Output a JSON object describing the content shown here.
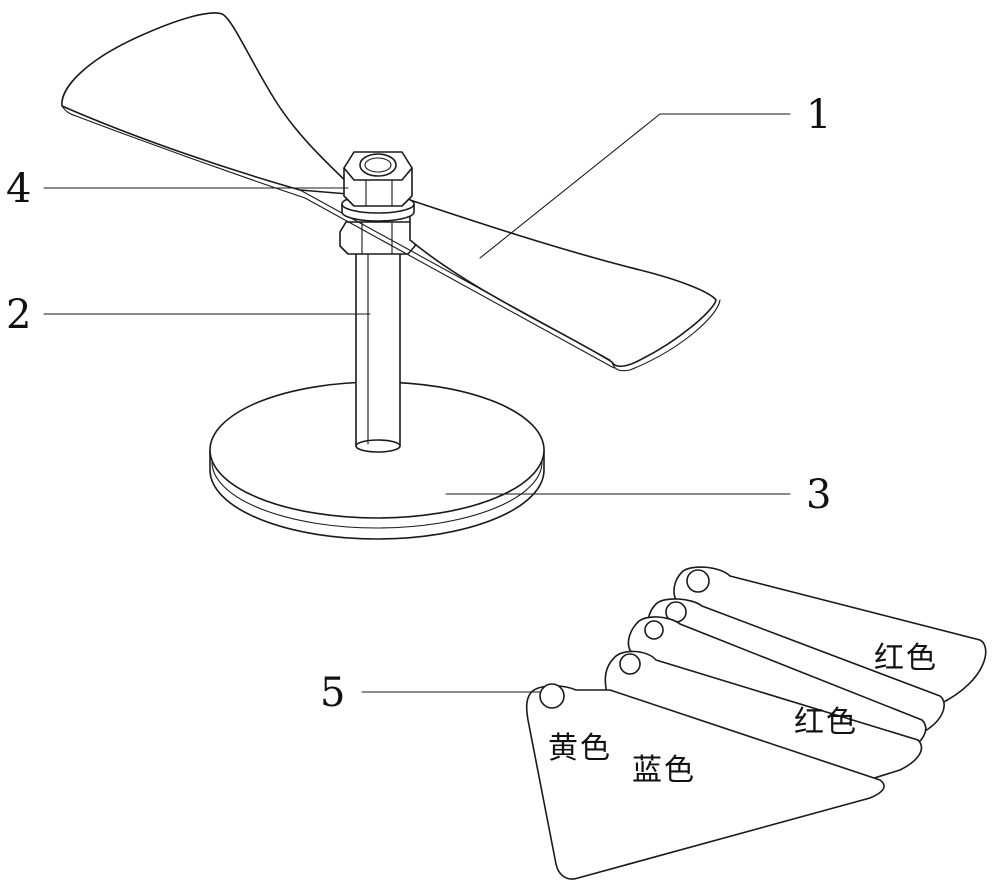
{
  "labels": {
    "one": "1",
    "two": "2",
    "three": "3",
    "four": "4",
    "five": "5"
  },
  "cards": {
    "yellow": "黄色",
    "blue": "蓝色",
    "red_middle": "红色",
    "red_top": "红色"
  }
}
